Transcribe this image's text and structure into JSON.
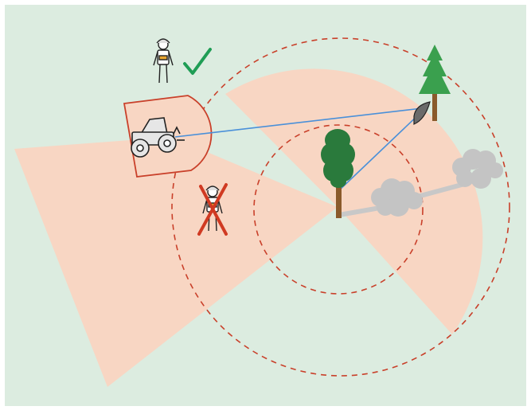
{
  "colors": {
    "page_background": "#ffffff",
    "field_background": "#dcece0",
    "danger_zone_fill": "#f8d6c3",
    "danger_boundary": "#c9402a",
    "winch_cable": "#4a90d9",
    "tree_green": "#2a7a3c",
    "conifer_green": "#3aa04e",
    "trunk_brown": "#8a5a2b",
    "dragged_path": "#c8c8c8",
    "dust_cloud": "#c4c4c4",
    "tractor_stroke": "#222222",
    "tractor_fill": "#e6e6e6",
    "safe_check": "#1f9d55",
    "unsafe_cross": "#d03a22",
    "worker_vest": "#e8a630"
  },
  "icons": {
    "tractor": "tractor-icon",
    "felled_tree": "felled-tree-icon",
    "anchor_tree": "deciduous-tree-icon",
    "conifer": "conifer-tree-icon",
    "log_end": "log-end-icon",
    "dust": "dust-cloud-icon",
    "worker_safe": "forest-worker-icon",
    "worker_unsafe": "forest-worker-icon",
    "safe_mark": "check-mark-icon",
    "unsafe_mark": "cross-mark-icon"
  },
  "scene": {
    "worker_positions": [
      "safe",
      "unsafe"
    ],
    "boundary_style": "dashed"
  }
}
